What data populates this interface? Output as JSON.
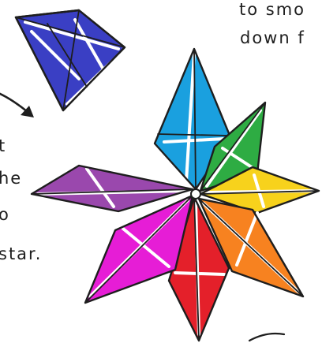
{
  "texts": {
    "line_1": "to smo",
    "line_2": "down f",
    "line_3": "t",
    "line_4": "he",
    "line_5": "o",
    "line_6": "star."
  },
  "colors": {
    "outline": "#1e1e1e",
    "blue": "#3a3fc4",
    "sky": "#1aa0df",
    "green": "#2eac43",
    "yellow": "#f7d21c",
    "orange": "#f78220",
    "red": "#e4202a",
    "magenta": "#e61dd6",
    "purple": "#9a48ad"
  },
  "icons": {
    "arrow": "arrow-down-right-icon"
  }
}
